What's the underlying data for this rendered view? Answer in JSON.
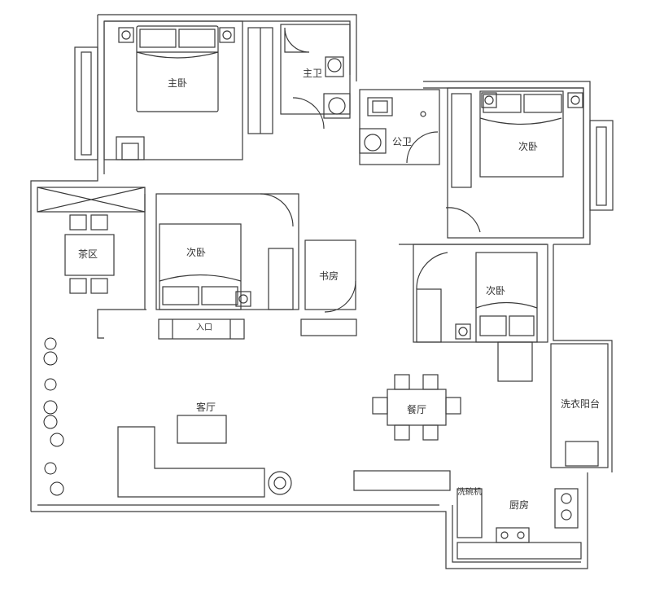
{
  "colors": {
    "wall": "#3a3a3a",
    "line": "#555555",
    "fill": "#ffffff",
    "plant": "#222222"
  },
  "rooms": {
    "master_bedroom": "主卧",
    "master_bath": "主卫",
    "public_bath": "公卫",
    "bedroom_east": "次卧",
    "bedroom_mid": "次卧",
    "bedroom_se": "次卧",
    "tea_area": "茶区",
    "study": "书房",
    "entry": "入口",
    "living_room": "客厅",
    "dining_room": "餐厅",
    "laundry_balcony": "洗衣阳台",
    "dishwasher": "洗碗机",
    "kitchen": "厨房"
  },
  "icons": [
    "door-swing-icon",
    "bed-icon",
    "wardrobe-icon",
    "toilet-icon",
    "sink-icon",
    "plant-icon",
    "sofa-icon",
    "table-icon",
    "stove-icon"
  ]
}
